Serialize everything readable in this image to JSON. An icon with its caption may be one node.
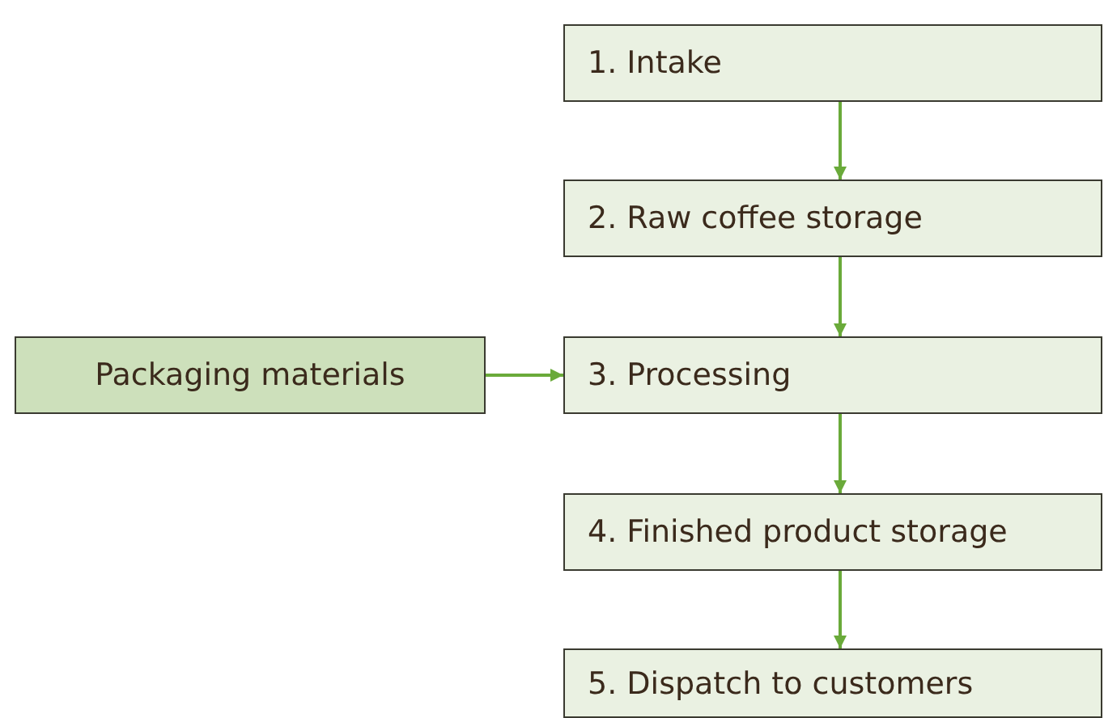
{
  "diagram": {
    "nodes": [
      {
        "text": [
          "1. Intake"
        ]
      },
      {
        "text": [
          "2. Raw coffee storage"
        ]
      },
      {
        "text": [
          "Packaging materials"
        ]
      },
      {
        "text": [
          "3. Processing"
        ]
      },
      {
        "text": [
          "4. Finished product storage"
        ]
      },
      {
        "text": [
          "5. Dispatch to customers"
        ]
      }
    ],
    "edges": [
      {
        "from": 0,
        "to": 1,
        "arrow": "to"
      },
      {
        "from": 1,
        "to": 3,
        "arrow": "to"
      },
      {
        "from": 2,
        "to": 3,
        "arrow": "to"
      },
      {
        "from": 3,
        "to": 4,
        "arrow": "to"
      },
      {
        "from": 4,
        "to": 5,
        "arrow": "to"
      }
    ]
  }
}
